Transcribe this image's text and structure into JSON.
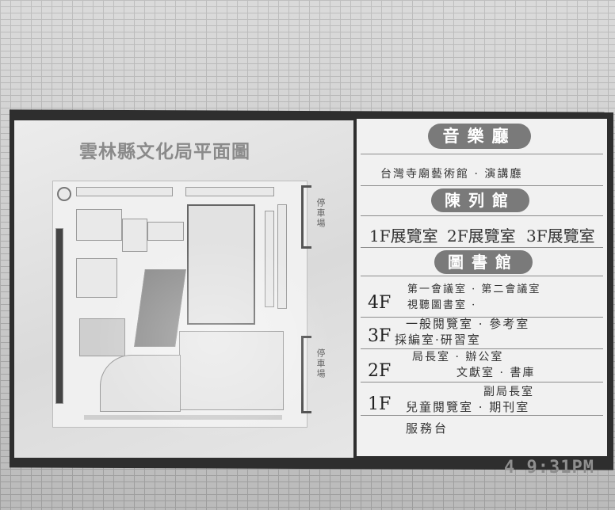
{
  "map": {
    "title": "雲林縣文化局平面圖",
    "parking_top": "停車場",
    "parking_bottom": "停車場"
  },
  "directory": {
    "concert_hall": {
      "heading": "音樂廳",
      "line": "台灣寺廟藝術館 · 演講廳"
    },
    "gallery": {
      "heading": "陳列館",
      "floors": [
        "1F展覽室",
        "2F展覽室",
        "3F展覽室"
      ]
    },
    "library": {
      "heading": "圖書館",
      "floors": [
        {
          "floor": "4F",
          "lines": [
            "第一會議室 · 第二會議室",
            "視聽圖書室 ·"
          ]
        },
        {
          "floor": "3F",
          "lines": [
            "一般閱覽室 · 參考室",
            "採編室·研習室"
          ]
        },
        {
          "floor": "2F",
          "lines": [
            "局長室 · 辦公室",
            "文獻室 · 書庫"
          ]
        },
        {
          "floor": "1F",
          "lines": [
            "副局長室",
            "兒童閱覽室 · 期刊室"
          ]
        }
      ],
      "service_desk": "服務台"
    }
  },
  "camera_stamp": "4  9:31PM",
  "colors": {
    "pill": "#7a7a7a",
    "frame": "#2e2e2e",
    "wall": "#d4d4d4"
  }
}
